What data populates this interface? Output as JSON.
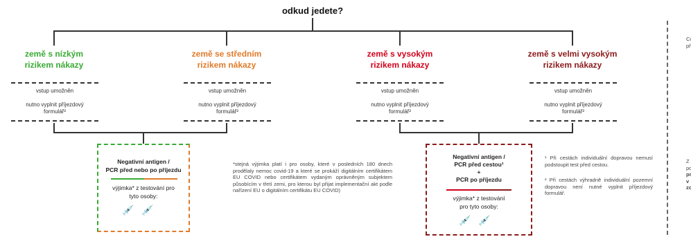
{
  "title": "odkud jedete?",
  "categories": [
    {
      "line1": "země s nízkým",
      "line2": "rizikem nákazy",
      "color": "#3aaa35"
    },
    {
      "line1": "země se středním",
      "line2": "rizikem nákazy",
      "color": "#e07b2a"
    },
    {
      "line1": "země s vysokým",
      "line2": "rizikem nákazy",
      "color": "#d0021b"
    },
    {
      "line1": "země s velmi vysokým",
      "line2": "rizikem nákazy",
      "color": "#8b1a1a"
    }
  ],
  "entry_text": "vstup umožněn",
  "form_line1": "nutno vyplnit příjezdový",
  "form_line2": "formulář²",
  "left_box": {
    "line1": "Negativní antigen /",
    "line2": "PCR před nebo po příjezdu",
    "exc1": "výjimka* z testování pro",
    "exc2": "tyto osoby:",
    "border_top": "#3aaa35",
    "border_bottom": "#e07b2a"
  },
  "right_box": {
    "line1": "Negativní antigen /",
    "line2": "PCR před cestou¹",
    "plus": "+",
    "line3": "PCR po příjezdu",
    "exc1": "výjimka* z testování",
    "exc2": "pro tyto osoby:",
    "border_color": "#8b1a1a"
  },
  "exception_note": "*stejná výjimka platí i pro osoby, které v posledních 180 dnech prodělaly nemoc covid-19 a které se prokáží digitálním certifikátem EU COVID nebo certifikátem vydaným oprávněným subjektem působícím v třetí zemi, pro kterou byl přijat implementační akt podle nařízení EU o digitálním certifikátu EU COVID)",
  "footnote1": "¹ Při cestách individuální dopravou nemusí podstoupit test před cestou.",
  "footnote2": "² Při cestách výhradně individuální pozemní dopravou není nutné vyplnit příjezdový formulář.",
  "cut_top": [
    "Co",
    "př"
  ],
  "cut_bottom": [
    "Z",
    "po",
    "pr",
    "v",
    "zo"
  ]
}
